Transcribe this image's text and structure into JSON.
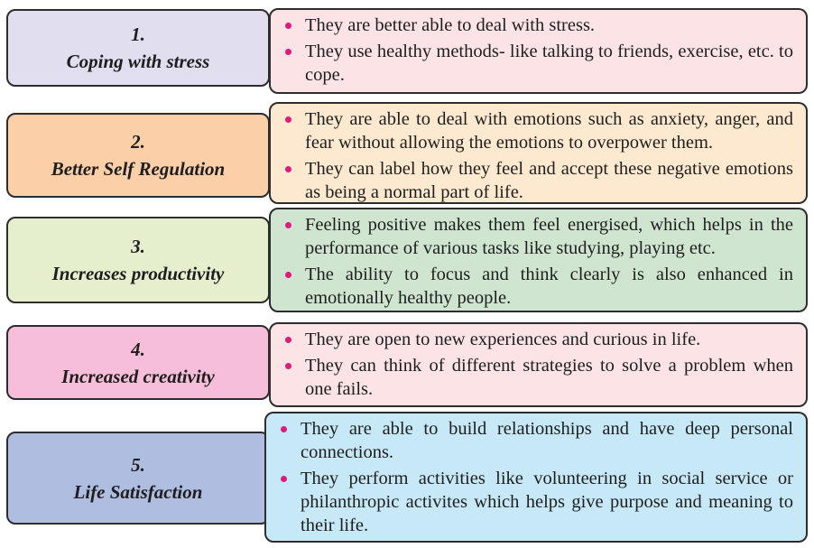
{
  "rows": [
    {
      "number": "1.",
      "title": "Coping with stress",
      "points": [
        "They are better able to deal with stress.",
        "They use healthy methods- like talking to friends, exercise, etc. to cope."
      ],
      "label_color": "#e1def0",
      "panel_color": "#fbe3e6"
    },
    {
      "number": "2.",
      "title": "Better Self Regulation",
      "points": [
        "They are able to deal with emotions such as anxiety, anger, and fear without allowing the emotions to overpower them.",
        "They can label how they feel and accept these negative emotions as being a normal part of life."
      ],
      "label_color": "#fbcfa8",
      "panel_color": "#fde9cf"
    },
    {
      "number": "3.",
      "title": "Increases productivity",
      "points": [
        "Feeling positive makes them feel energised, which helps in the performance of various tasks like studying, playing etc.",
        "The ability to focus and think clearly is also enhanced in emotionally healthy people."
      ],
      "label_color": "#e6efcd",
      "panel_color": "#cfe5cf"
    },
    {
      "number": "4.",
      "title": "Increased creativity",
      "points": [
        "They are open to new experiences and curious in life.",
        "They can think of different strategies to solve a problem when one fails."
      ],
      "label_color": "#f6bed8",
      "panel_color": "#fbe3e6"
    },
    {
      "number": "5.",
      "title": "Life Satisfaction",
      "points": [
        "They are able to build relationships and have deep personal connections.",
        "They perform activities like volunteering in social service or philanthropic activites which helps give purpose and meaning to their life."
      ],
      "label_color": "#afbde0",
      "panel_color": "#c6e8f7"
    }
  ]
}
